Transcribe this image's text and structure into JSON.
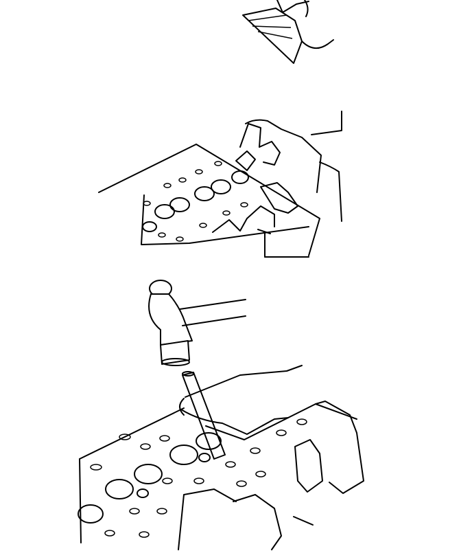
{
  "figure": {
    "description_free": true,
    "panels": [
      {
        "name": "top-panel-shield"
      },
      {
        "name": "middle-panel-valve-install"
      },
      {
        "name": "bottom-panel-hammer-drift"
      }
    ]
  },
  "colors": {
    "ink": "#000000",
    "paper": "#ffffff"
  }
}
